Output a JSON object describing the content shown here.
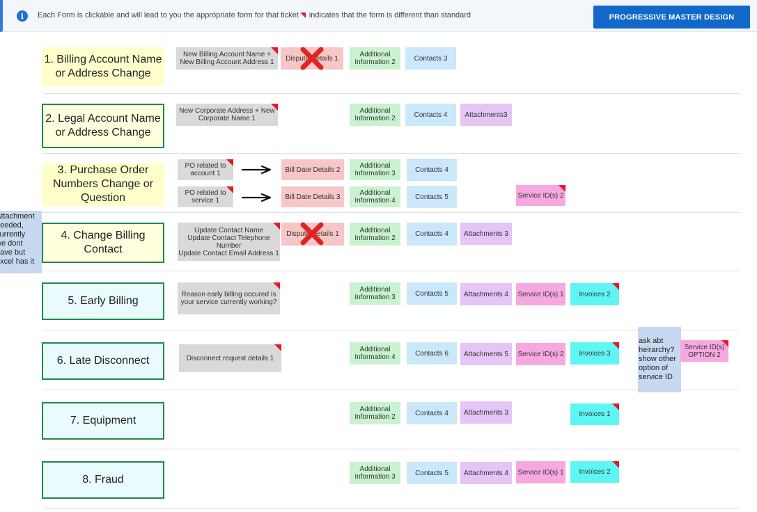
{
  "banner": {
    "text_before": "Each Form is clickable and will lead to you the appropriate form for that ticket",
    "text_after": " indicates that the form is different than standard",
    "icon": "info-icon",
    "button_label": "PROGRESSIVE MASTER DESIGN"
  },
  "categories": [
    "1.  Billing Account Name or Address Change",
    "2. Legal Account Name or Address Change",
    "3. Purchase Order Numbers Change or Question",
    "4. Change  Billing Contact",
    "5. Early Billing",
    "6. Late Disconnect",
    "7. Equipment",
    "8. Fraud"
  ],
  "row1": {
    "gray": "New Billing Account Name + New Billing Account Address 1",
    "dispute": "Dispute Details 1",
    "additional": "Additional Information 2",
    "contacts": "Contacts 3"
  },
  "row2": {
    "gray": "New Corporate Address + New Corporate Name 1",
    "additional": "Additional Information 2",
    "contacts": "Contacts 4",
    "attachments": "Attachments3"
  },
  "row3": {
    "po_account": "PO related to account 1",
    "bill_date_a": "Bill Date Details 2",
    "additional_a": "Additional Information 3",
    "contacts_a": "Contacts 4",
    "po_service": "PO related to service 1",
    "bill_date_b": "Bill Date Details 3",
    "additional_b": "Additional Information 4",
    "contacts_b": "Contacts 5",
    "service_ids": "Service ID(s) 2"
  },
  "row4": {
    "gray_1": "Update Contact Name",
    "gray_2": "Update Contact Telephone Number",
    "gray_3": "Update Contact Email Address 1",
    "dispute": "Dispute Details 1",
    "additional": "Additional Information 2",
    "contacts": "Contacts 4",
    "attachments": "Attachments 3"
  },
  "row5": {
    "gray": "Reason early billing occured Is your service currently working?",
    "additional": "Additional Information 3",
    "contacts": "Contacts 5",
    "attachments": "Attachments 4",
    "service_ids": "Service ID(s) 1",
    "invoices": "Invoices 2"
  },
  "row6": {
    "gray": "Disconnect request details 1",
    "additional": "Additional Information 4",
    "contacts": "Contacts 6",
    "attachments": "Attachments 5",
    "service_ids": "Service ID(s) 2",
    "invoices": "Invoices 3",
    "option2": "Service ID(s) OPTION 2"
  },
  "row7": {
    "additional": "Additional Information 2",
    "contacts": "Contacts 4",
    "attachments": "Attachments 3",
    "invoices": "Invoices 1"
  },
  "row8": {
    "additional": "Additional Information 3",
    "contacts": "Contacts 5",
    "attachments": "Attachments 4",
    "service_ids": "Service ID(s) 1",
    "invoices": "Invoices 2"
  },
  "side_note": [
    "Attachment",
    "needed,",
    "currently",
    "we dont",
    "have but",
    "excel has it"
  ],
  "ask_note": "ask abt heirarchy? show other option  of service ID",
  "colors": {
    "accent": "#1268c9",
    "flag": "#e8182a",
    "border": "#1e8a4b",
    "x_mark": "#e02424"
  }
}
